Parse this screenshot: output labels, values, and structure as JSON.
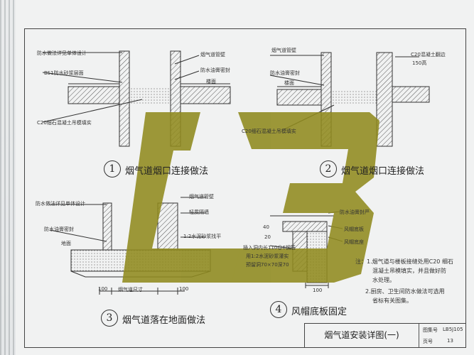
{
  "drawing": {
    "main_title": "烟气道安装详图(一)",
    "atlas_label": "图集号",
    "atlas_no": "LB5J105",
    "page_label": "页号",
    "page_no": "13"
  },
  "watermark": "LB",
  "details": [
    {
      "number": "1",
      "title": "烟气道烟口连接做法",
      "labels": [
        "防水做法详见单体设计",
        "BS1防水砂浆层面",
        "C20细石混凝土吊模填实",
        "烟气道管壁",
        "防水油膏密封",
        "楼面"
      ]
    },
    {
      "number": "2",
      "title": "烟气道烟口连接做法",
      "labels": [
        "烟气道管壁",
        "防水油膏密封",
        "楼面",
        "C20细石混凝土吊模填实",
        "C20混凝土翻边",
        "150高"
      ]
    },
    {
      "number": "3",
      "title": "烟气道落在地面做法",
      "labels": [
        "防水做法详见单体设计",
        "防水油膏密封",
        "地面",
        "烟气道管壁",
        "轻质隔墙",
        "1:2水泥砂浆找平",
        "烟气道尺寸",
        "100",
        "100"
      ]
    },
    {
      "number": "4",
      "title": "风帽底板固定",
      "labels": [
        "防水油膏封严",
        "风帽底板",
        "风帽底座",
        "插入洞内长110@6钢筋",
        "用1:2水泥砂浆灌实",
        "预留洞70×70深70",
        "100",
        "40",
        "20"
      ]
    }
  ],
  "notes": [
    "注：1.烟气道与楼板接缝处用C20 细石",
    "混凝土吊模填实，并且做好防",
    "水处理。",
    "2.厨房、卫生间防水做法可选用",
    "省标有关图集。"
  ],
  "colors": {
    "watermark": "#8f8a1e",
    "hatch": "#555555",
    "line": "#333333"
  }
}
